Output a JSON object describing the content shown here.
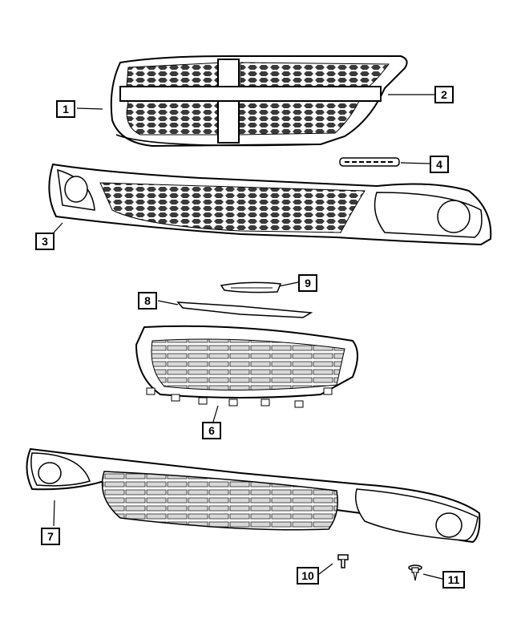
{
  "callouts": [
    {
      "id": "1",
      "label": "1"
    },
    {
      "id": "2",
      "label": "2"
    },
    {
      "id": "3",
      "label": "3"
    },
    {
      "id": "4",
      "label": "4"
    },
    {
      "id": "5",
      "label": "6"
    },
    {
      "id": "6",
      "label": "7"
    },
    {
      "id": "7",
      "label": "8"
    },
    {
      "id": "8",
      "label": "9"
    },
    {
      "id": "9",
      "label": "10"
    },
    {
      "id": "10",
      "label": "11"
    }
  ],
  "colors": {
    "line": "#000000",
    "fill": "#ffffff",
    "mesh": "#555555"
  }
}
